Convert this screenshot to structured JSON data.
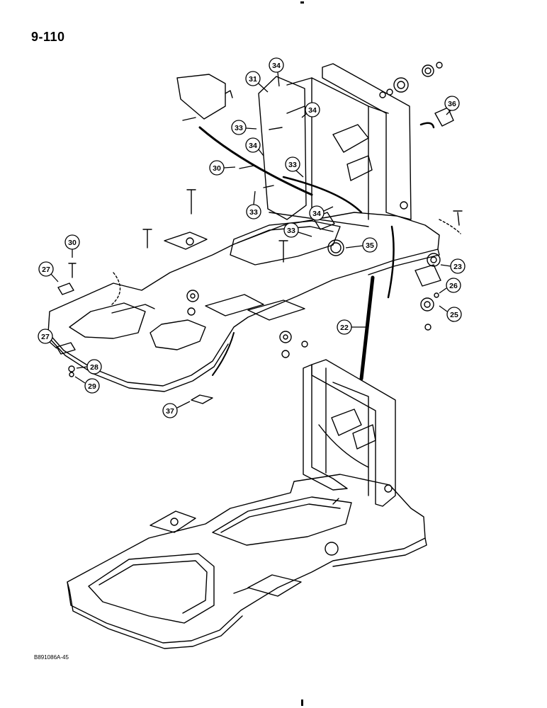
{
  "page_number": "9-110",
  "reference_code": "B891086A-45",
  "callouts": [
    "22",
    "23",
    "25",
    "26",
    "27",
    "27",
    "28",
    "29",
    "30",
    "30",
    "31",
    "33",
    "33",
    "33",
    "33",
    "34",
    "34",
    "34",
    "34",
    "35",
    "36",
    "37"
  ]
}
